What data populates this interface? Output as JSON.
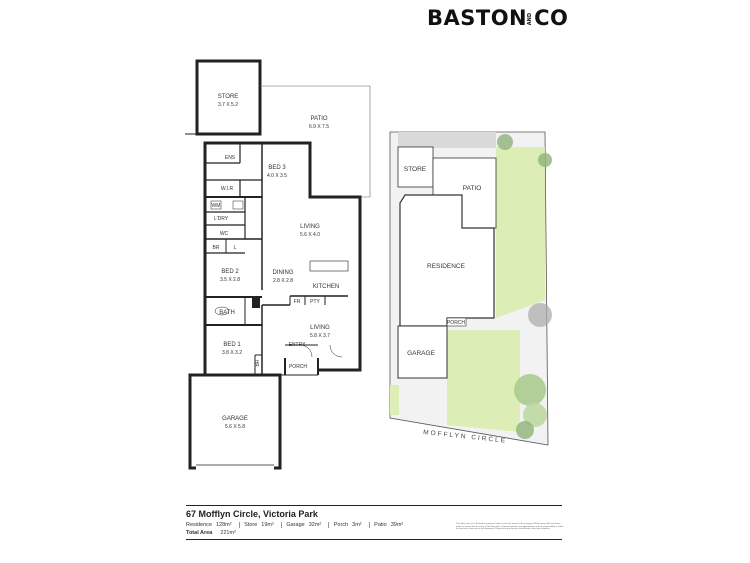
{
  "brand": {
    "logo_left": "BASTON",
    "logo_and": "AND",
    "logo_right": "CO"
  },
  "floor_plan": {
    "rooms": {
      "store": {
        "name": "STORE",
        "size": "3.7 X 5.2"
      },
      "patio": {
        "name": "PATIO",
        "size": "6.9 X 7.5"
      },
      "ens": {
        "name": "ENS"
      },
      "bed3": {
        "name": "BED 3",
        "size": "4.0 X 3.5"
      },
      "wir": {
        "name": "W.I.R"
      },
      "wm": {
        "name": "WM"
      },
      "ldry": {
        "name": "L'DRY"
      },
      "wc": {
        "name": "WC"
      },
      "living1": {
        "name": "LIVING",
        "size": "5.6 X 4.0"
      },
      "br": {
        "name": "BR"
      },
      "l": {
        "name": "L"
      },
      "bed2": {
        "name": "BED 2",
        "size": "3.5 X 2.8"
      },
      "dining": {
        "name": "DINING",
        "size": "2.8 X 2.8"
      },
      "kitchen": {
        "name": "KITCHEN"
      },
      "fr": {
        "name": "FR"
      },
      "pty": {
        "name": "PTY"
      },
      "bath": {
        "name": "BATH"
      },
      "living2": {
        "name": "LIVING",
        "size": "5.8 X 3.7"
      },
      "entry": {
        "name": "ENTRY"
      },
      "bed1": {
        "name": "BED 1",
        "size": "3.8 X 3.2"
      },
      "br2": {
        "name": "BR"
      },
      "porch": {
        "name": "PORCH"
      },
      "garage": {
        "name": "GARAGE",
        "size": "5.6 X 5.8"
      }
    }
  },
  "site_plan": {
    "store": "STORE",
    "patio": "PATIO",
    "residence": "RESIDENCE",
    "porch": "PORCH",
    "garage": "GARAGE",
    "street": "MOFFLYN CIRCLE"
  },
  "footer": {
    "address": "67 Mofflyn Circle, Victoria Park",
    "areas": [
      {
        "label": "Residence",
        "value": "128m²"
      },
      {
        "label": "Store",
        "value": "19m²"
      },
      {
        "label": "Garage",
        "value": "32m²"
      },
      {
        "label": "Porch",
        "value": "3m²"
      },
      {
        "label": "Patio",
        "value": "39m²"
      }
    ],
    "total_label": "Total Area",
    "total_value": "221m²",
    "disclaimer": "This floor plan is for illustrative purposes only to show the layout of the property. While every effort has been made to ensure the accuracy of the floor plan, all measurements are approximate and no responsibility is taken for any error, omission or misstatement. Prospective purchasers should make their own enquiries."
  }
}
